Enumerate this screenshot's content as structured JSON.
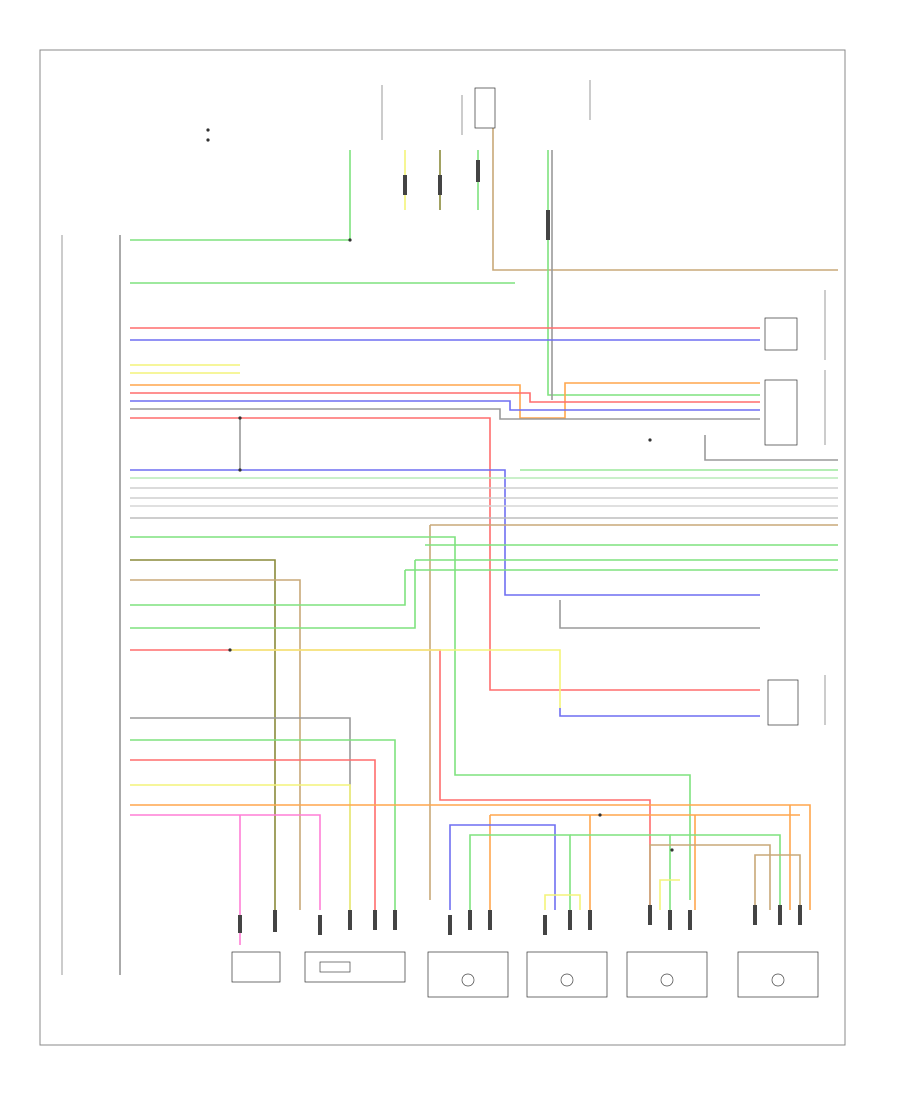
{
  "diagram": {
    "footer_code": "",
    "components": [
      {
        "id": "passenger_switch",
        "label": ""
      },
      {
        "id": "left_sensor",
        "label": ""
      },
      {
        "id": "instrument_cluster",
        "label": ""
      },
      {
        "id": "temp_control",
        "label": ""
      },
      {
        "id": "motor_assembly",
        "label": ""
      },
      {
        "id": "pressure_sensor",
        "label": ""
      },
      {
        "id": "sunload_sensor",
        "label": ""
      },
      {
        "id": "ac_control_module",
        "label": ""
      },
      {
        "id": "recirc_motor",
        "label": ""
      },
      {
        "id": "blend_door_actuator",
        "label": ""
      },
      {
        "id": "left_mode_actuator",
        "label": ""
      },
      {
        "id": "right_mode_actuator",
        "label": ""
      },
      {
        "id": "defrost_actuator",
        "label": ""
      }
    ],
    "colors": {
      "green": "#7fe27f",
      "red": "#ff6d6d",
      "blue": "#6f6ff2",
      "yellow": "#f4f47a",
      "orange": "#ffa64d",
      "tan": "#c8a878",
      "gray": "#9a9a9a",
      "pink": "#ff7fd6",
      "olive": "#8a8a3a"
    }
  }
}
